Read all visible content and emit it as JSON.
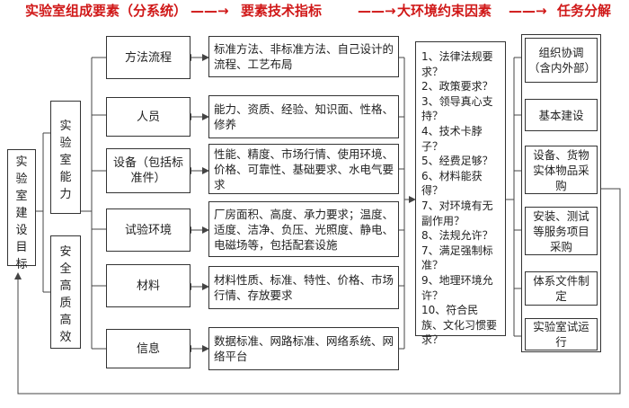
{
  "headers": {
    "h1": "实验室组成要素（分系统）",
    "a1": "——→",
    "h2": "要素技术指标",
    "a2": "——→",
    "h3": "大环境约束因素",
    "a3": "——→",
    "h4": "任务分解"
  },
  "goal": [
    "实",
    "验",
    "室",
    "建",
    "设",
    "目",
    "标"
  ],
  "abilities": [
    [
      "实",
      "验",
      "室",
      "能",
      "力"
    ],
    [
      "安",
      "全",
      "高",
      "质",
      "高",
      "效"
    ]
  ],
  "elements": [
    {
      "name": "方法流程",
      "spec": "标准方法、非标准方法、自己设计的流程、工艺布局"
    },
    {
      "name": "人员",
      "spec": "能力、资质、经验、知识面、性格、修养"
    },
    {
      "name": "设备（包括标准件）",
      "spec": "性能、精度、市场行情、使用环境、价格、可靠性、基础要求、水电气要求"
    },
    {
      "name": "试验环境",
      "spec": "厂房面积、高度、承力要求；温度、适度、洁净、负压、光照度、静电、电磁场等，包括配套设施"
    },
    {
      "name": "材料",
      "spec": "材料性质、标准、特性、价格、市场行情、存放要求"
    },
    {
      "name": "信息",
      "spec": "数据标准、网路标准、网络系统、网络平台"
    }
  ],
  "constraints": [
    "1、法律法规要求？",
    "2、政策要求？",
    "3、领导真心支持？",
    "4、技术卡脖子？",
    "5、经费足够？",
    "6、材料能获得？",
    "7、对环境有无副作用？",
    "8、法规允许？",
    "7、满足强制标准？",
    "9、地理环境允许？",
    "10、符合民族、文化习惯要求？"
  ],
  "tasks": [
    "组织协调（含内外部）",
    "基本建设",
    "设备、货物实体物品采购",
    "安装、测试等服务项目采购",
    "体系文件制定",
    "实验室试运行"
  ],
  "colors": {
    "header": "#d01818",
    "line": "#444444"
  }
}
